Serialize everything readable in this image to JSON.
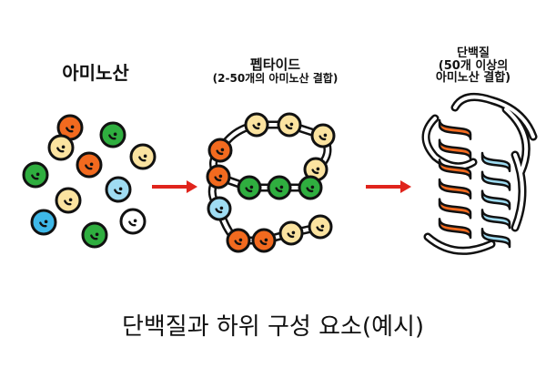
{
  "labels": {
    "amino_acid": "아미노산",
    "peptide_title": "펩타이드",
    "peptide_sub": "(2-50개의 아미노산 결합)",
    "protein_title": "단백질",
    "protein_sub1": "(50개 이상의",
    "protein_sub2": "아미노산 결합)"
  },
  "caption": "단백질과 하위 구성 요소(예시)",
  "colors": {
    "orange": "#f26a1f",
    "green": "#2fae3f",
    "cream": "#fbe3a0",
    "light_blue": "#9fdcf2",
    "blue": "#3eb8e8",
    "white": "#ffffff",
    "arrow": "#e0241c",
    "outline": "#111111"
  },
  "icons": [
    "right-arrow-icon",
    "amino-acid-ball-icon",
    "peptide-chain-icon",
    "protein-helix-icon"
  ]
}
